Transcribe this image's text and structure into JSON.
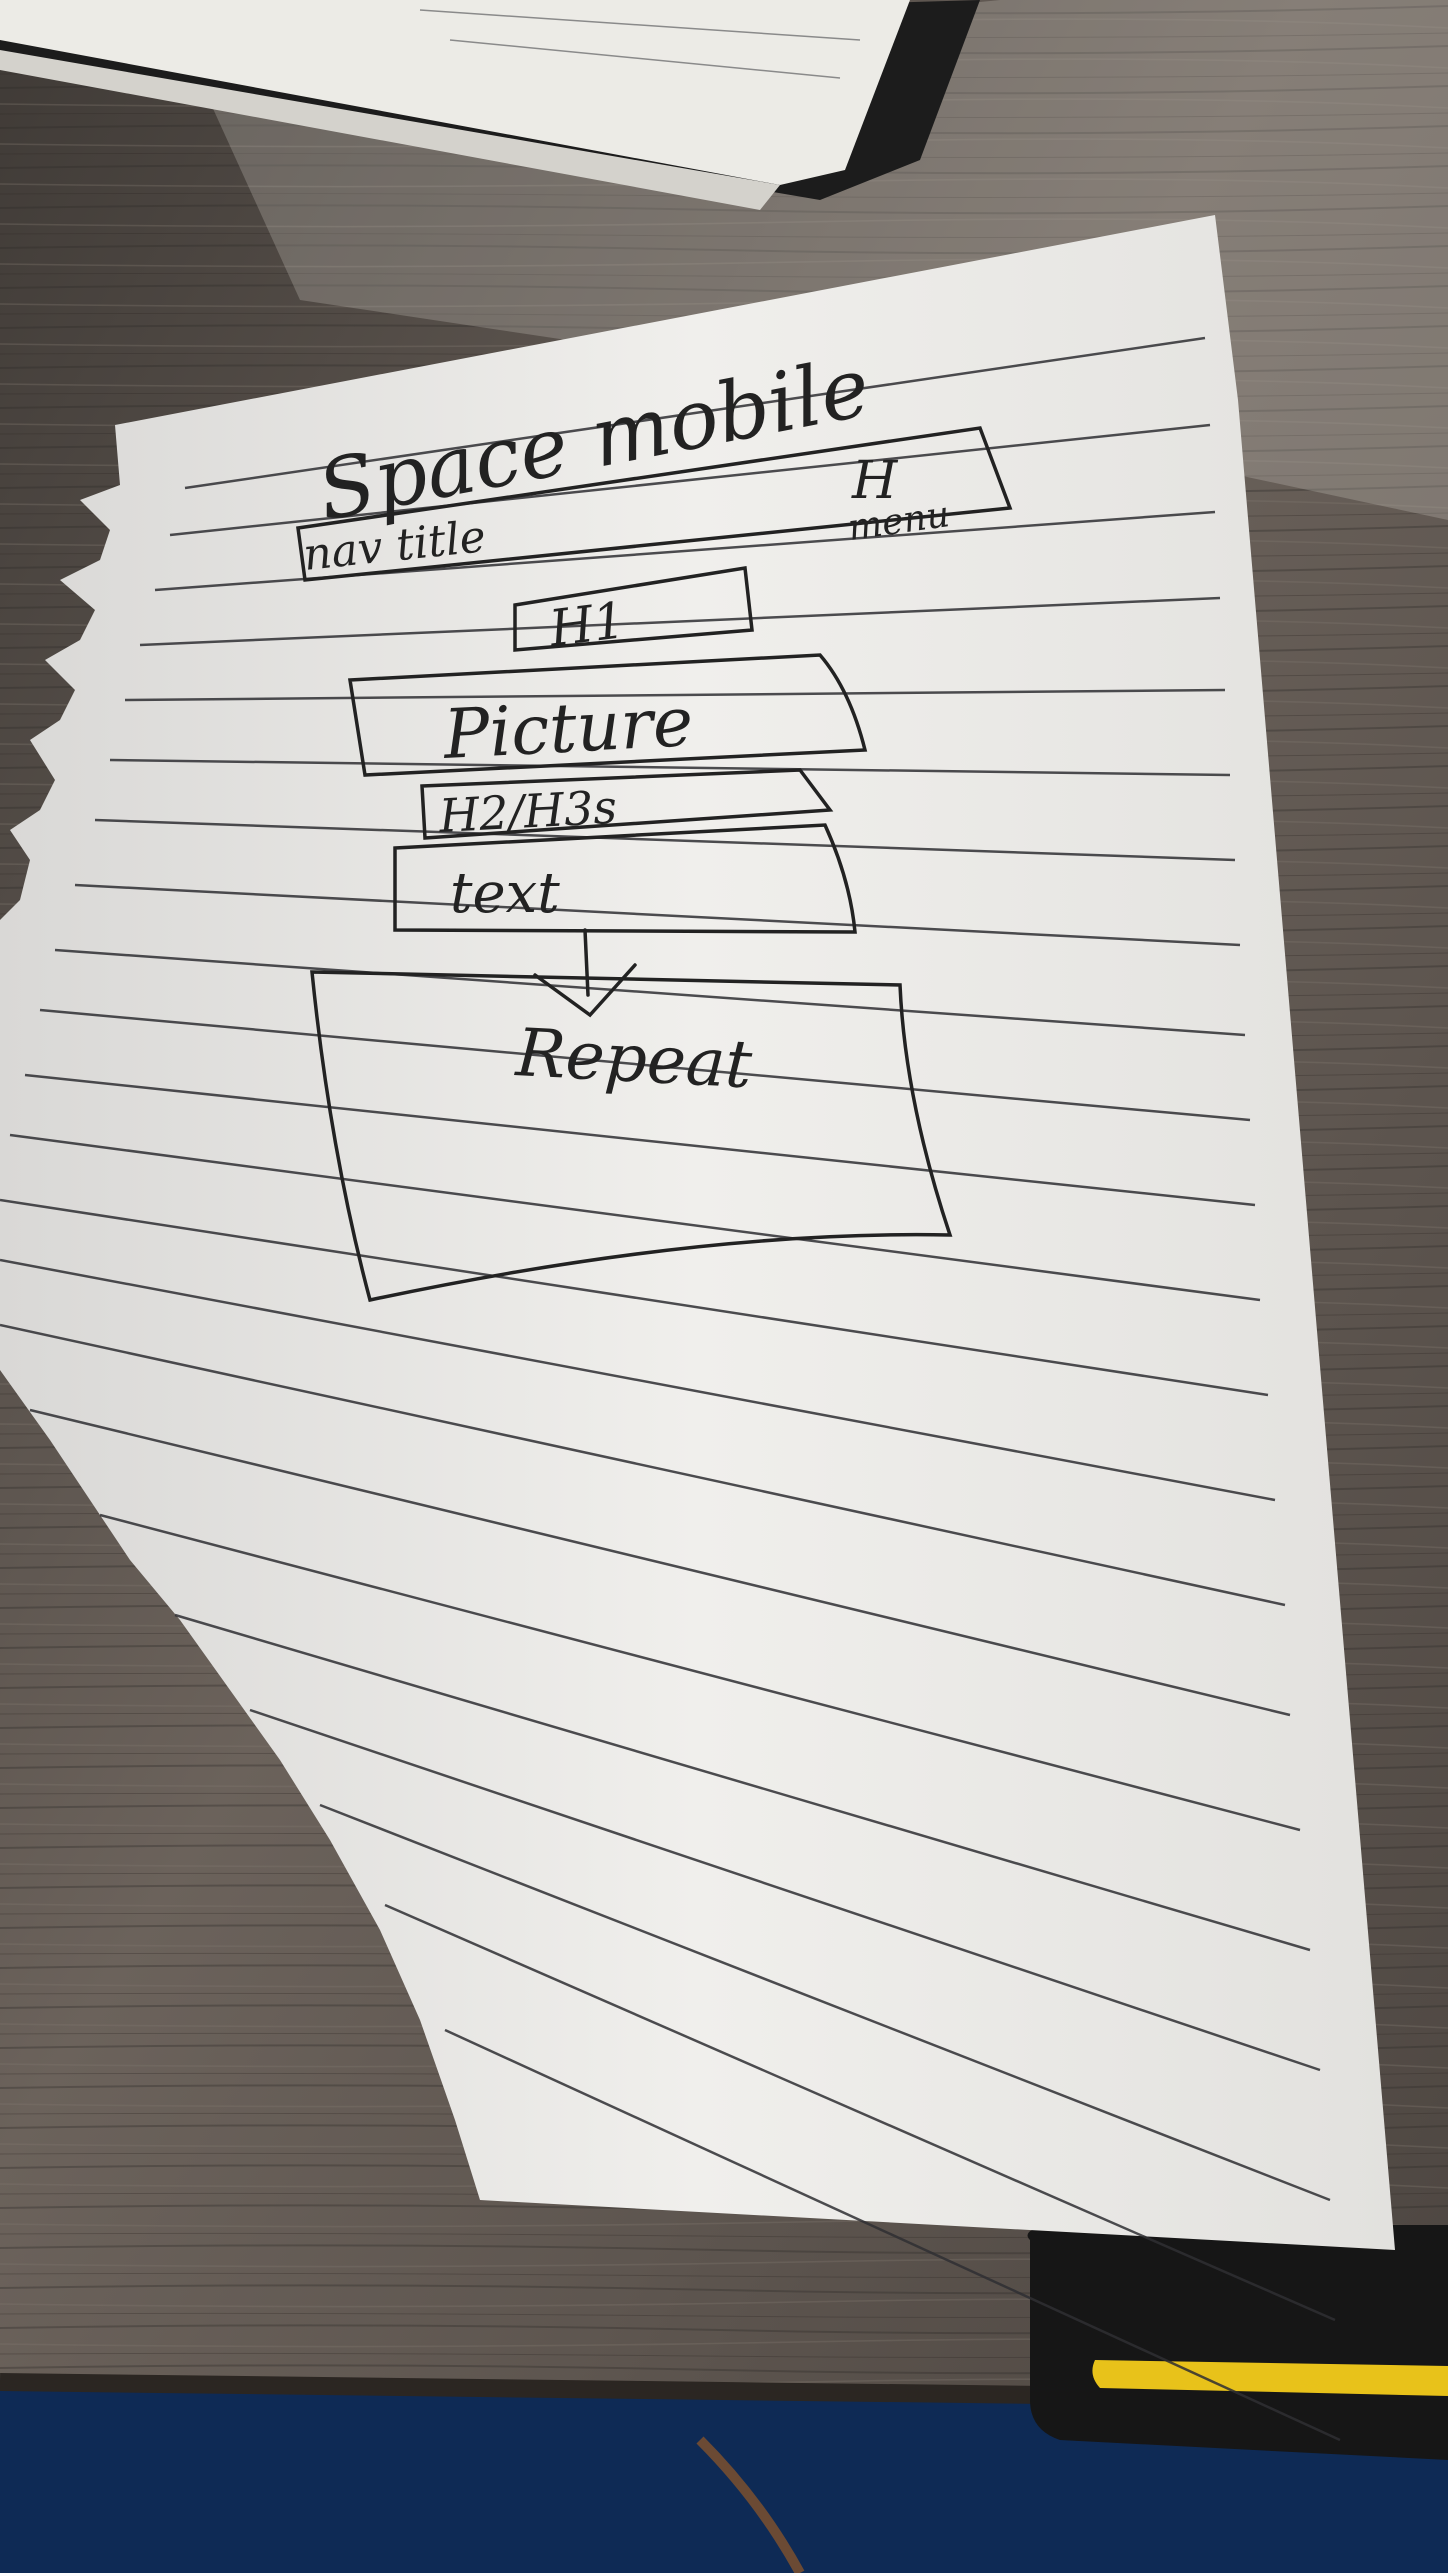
{
  "sketch": {
    "heading": "Space mobile",
    "nav_title": "nav title",
    "menu_mark": "H",
    "menu_label": "menu",
    "h1_label": "H1",
    "picture_label": "Picture",
    "h2_h3_label": "H2/H3s",
    "text_label": "text",
    "repeat_label": "Repeat"
  },
  "colors": {
    "desk": "#5b544f",
    "paper": "#ecebe8",
    "ink": "#222222",
    "rule": "#2f2f33",
    "mat_yellow": "#e8c21a",
    "chair_blue": "#0e2a55"
  }
}
